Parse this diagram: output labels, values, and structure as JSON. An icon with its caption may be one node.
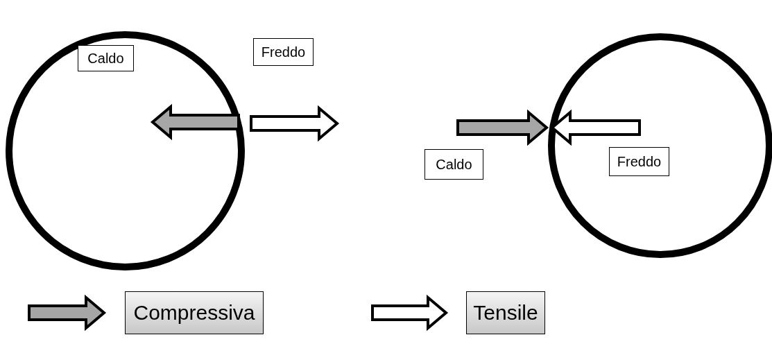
{
  "diagram": {
    "nodes": [
      {
        "text": [],
        "shape": "circle"
      },
      {
        "text": [
          "Caldo"
        ],
        "in": 0
      },
      {
        "text": [
          "Freddo"
        ]
      },
      {
        "text": [],
        "shape": "circle"
      },
      {
        "text": [
          "Caldo"
        ]
      },
      {
        "text": [
          "Freddo"
        ],
        "in": 3
      }
    ],
    "legend": [
      {
        "text": "Compressiva"
      },
      {
        "text": "Tensile"
      }
    ]
  }
}
